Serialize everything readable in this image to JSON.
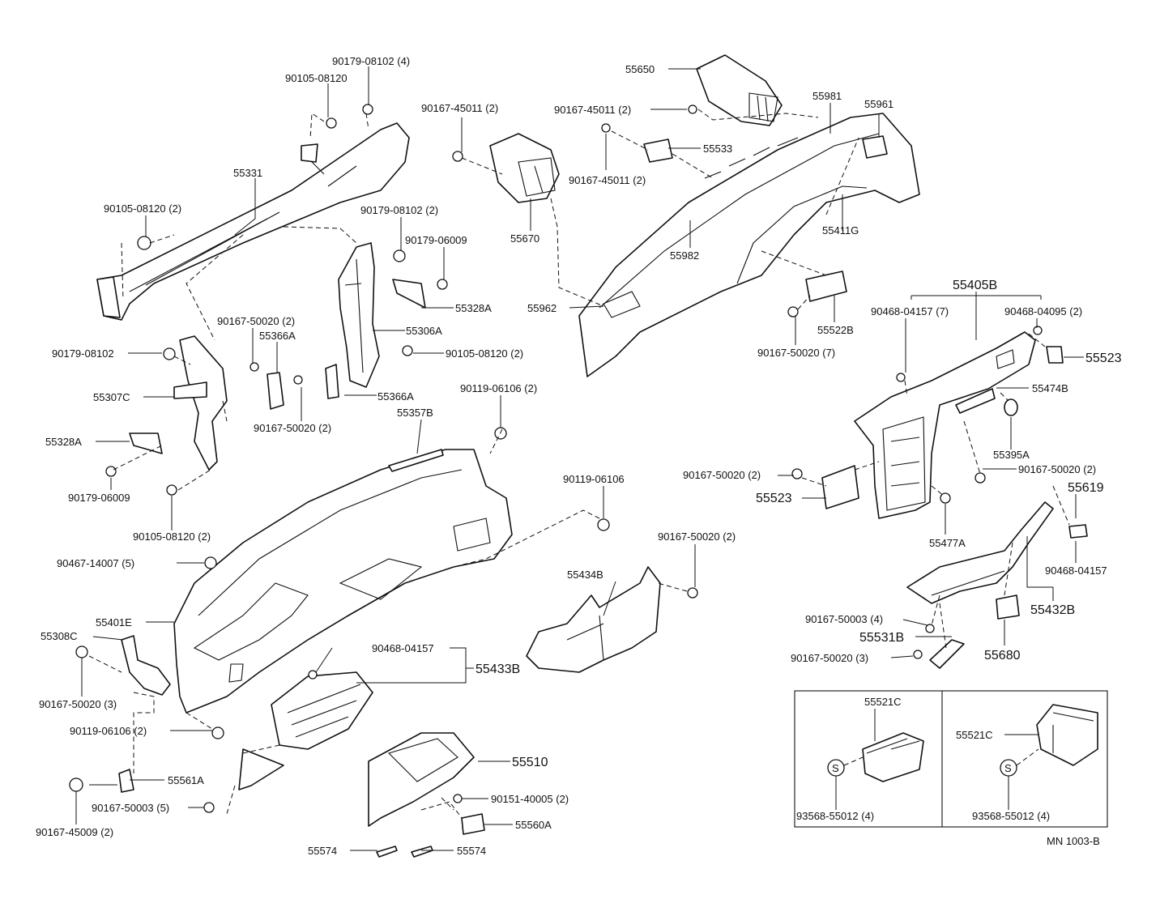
{
  "diagram_code": "MN  1003-B",
  "labels": {
    "l_90179_08102_4": "90179-08102 (4)",
    "l_90105_08120_top": "90105-08120",
    "l_55331": "55331",
    "l_90105_08120_2a": "90105-08120 (2)",
    "l_90179_08102_2": "90179-08102 (2)",
    "l_90179_06009a": "90179-06009",
    "l_55328A_r": "55328A",
    "l_55306A": "55306A",
    "l_90105_08120_2b": "90105-08120 (2)",
    "l_90167_50020_2a": "90167-50020 (2)",
    "l_55366A_a": "55366A",
    "l_90179_08102": "90179-08102",
    "l_55307C": "55307C",
    "l_55366A_b": "55366A",
    "l_90167_50020_2b": "90167-50020 (2)",
    "l_55328A_l": "55328A",
    "l_90179_06009b": "90179-06009",
    "l_90105_08120_2c": "90105-08120 (2)",
    "l_90167_45011_2a": "90167-45011 (2)",
    "l_55670": "55670",
    "l_55650": "55650",
    "l_90167_45011_2b": "90167-45011 (2)",
    "l_55533": "55533",
    "l_90167_45011_2c": "90167-45011 (2)",
    "l_55981": "55981",
    "l_55961": "55961",
    "l_55411G": "55411G",
    "l_55982": "55982",
    "l_55962": "55962",
    "l_55522B": "55522B",
    "l_90167_50020_7": "90167-50020 (7)",
    "l_55405B": "55405B",
    "l_90468_04157_7": "90468-04157 (7)",
    "l_90468_04095_2": "90468-04095 (2)",
    "l_55523_r": "55523",
    "l_55474B": "55474B",
    "l_55395A": "55395A",
    "l_90167_50020_2c": "90167-50020 (2)",
    "l_90167_50020_2d": "90167-50020 (2)",
    "l_55523_l": "55523",
    "l_55619": "55619",
    "l_55477A": "55477A",
    "l_90468_04157_r": "90468-04157",
    "l_55432B": "55432B",
    "l_90167_50003_4": "90167-50003 (4)",
    "l_55531B": "55531B",
    "l_90167_50020_3r": "90167-50020 (3)",
    "l_55680": "55680",
    "l_90119_06106_2a": "90119-06106 (2)",
    "l_55357B": "55357B",
    "l_90119_06106": "90119-06106",
    "l_90167_50020_2e": "90167-50020 (2)",
    "l_90467_14007_5": "90467-14007 (5)",
    "l_55434B": "55434B",
    "l_55401E": "55401E",
    "l_55308C": "55308C",
    "l_90468_04157_m": "90468-04157",
    "l_55433B": "55433B",
    "l_90167_50020_3l": "90167-50020 (3)",
    "l_90119_06106_2b": "90119-06106 (2)",
    "l_55510": "55510",
    "l_55561A": "55561A",
    "l_90167_50003_5": "90167-50003 (5)",
    "l_90151_40005_2": "90151-40005 (2)",
    "l_90167_45009_2": "90167-45009 (2)",
    "l_55560A": "55560A",
    "l_55574_a": "55574",
    "l_55574_b": "55574",
    "l_55521C_a": "55521C",
    "l_93568_a": "93568-55012 (4)",
    "l_55521C_b": "55521C",
    "l_93568_b": "93568-55012 (4)",
    "s_a": "S",
    "s_b": "S"
  }
}
